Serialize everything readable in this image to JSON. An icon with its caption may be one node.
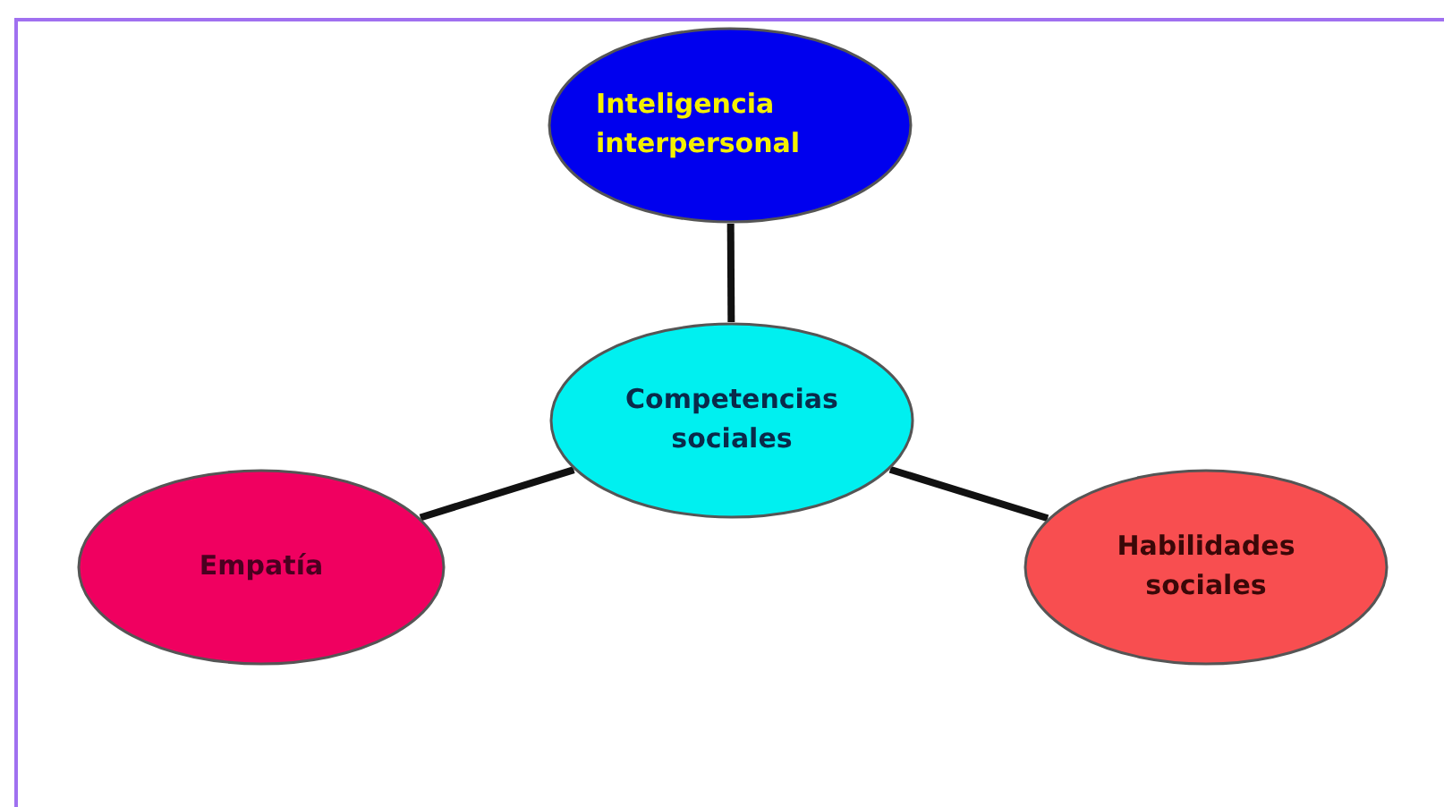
{
  "diagram": {
    "nodes": [
      {
        "text": [
          "Inteligencia interpersonal"
        ]
      },
      {
        "text": [
          "Competencias sociales"
        ]
      },
      {
        "text": [
          "Empatía"
        ]
      },
      {
        "text": [
          "Habilidades sociales"
        ]
      }
    ],
    "edges": [
      {
        "from": 1,
        "to": 0,
        "arrow": "none"
      },
      {
        "from": 1,
        "to": 2,
        "arrow": "none"
      },
      {
        "from": 1,
        "to": 3,
        "arrow": "none"
      }
    ]
  }
}
